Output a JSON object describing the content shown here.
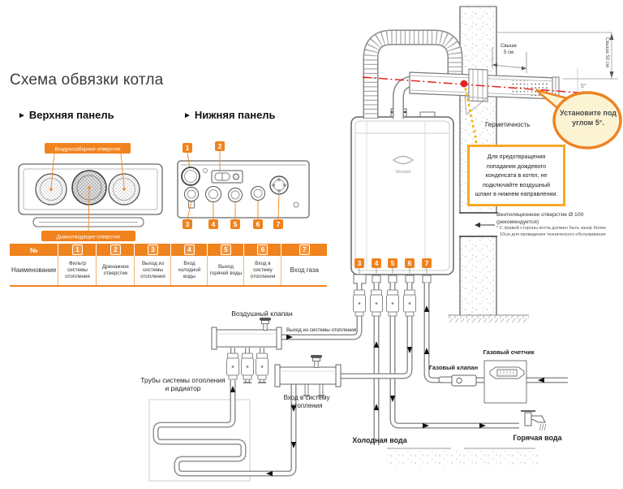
{
  "title": "Схема обвязки котла",
  "panels": {
    "marker": "►",
    "top": {
      "label": "Верхняя панель",
      "callout_top": "Воздухозаборное отверстие",
      "callout_bottom": "Дымоотводящее отверстие"
    },
    "bottom": {
      "label": "Нижняя панель",
      "badges": [
        "1",
        "2",
        "3",
        "4",
        "5",
        "6",
        "7"
      ]
    }
  },
  "table": {
    "no_label": "№",
    "row_label": "Наименование",
    "badges": [
      "1",
      "2",
      "3",
      "4",
      "5",
      "6",
      "7"
    ],
    "columns": [
      "Фильтр системы отопления",
      "Дренажное отверстие",
      "Выход из системы отопления",
      "Вход холодной воды",
      "Выход горячей воды",
      "Вход в систему отопления",
      "Вход газа"
    ]
  },
  "diagram": {
    "brand": "Kiturami",
    "boiler_badges": [
      "3",
      "4",
      "5",
      "6",
      "7"
    ],
    "labels": {
      "air_valve": "Воздушный клапан",
      "heating_out": "Выход из системы отопления",
      "radiator": "Трубы системы отопления и радиатор",
      "heating_in": "Вход в систему отопления",
      "cold_water": "Холодная вода",
      "hot_water": "Горячая вода",
      "gas_valve": "Газовый клапан",
      "gas_meter": "Газовый счетчик",
      "tightness": "Герметичность"
    },
    "dims": {
      "over5_l1": "Свыше",
      "over5_l2": "5 см",
      "over50": "Свыше 50 см",
      "angle": "5°"
    },
    "balloon": "Установите под углом 5°.",
    "note": "Для предотвращения попадания дождевого конденсата в котел, не подключайте воздушный шланг в нижнем направлении.",
    "vent": {
      "line1": "Вентиляционное отверстие Ø 100",
      "line2": "(рекомендуется)",
      "note1": "* С правой стороны котла должен быть зазор более",
      "note2": "10см для проведения технического обслуживания"
    }
  },
  "colors": {
    "accent": "#F0831E",
    "note_border": "#F7A823",
    "red_line": "#E2251F",
    "yellow_dots": "#F2B705"
  }
}
